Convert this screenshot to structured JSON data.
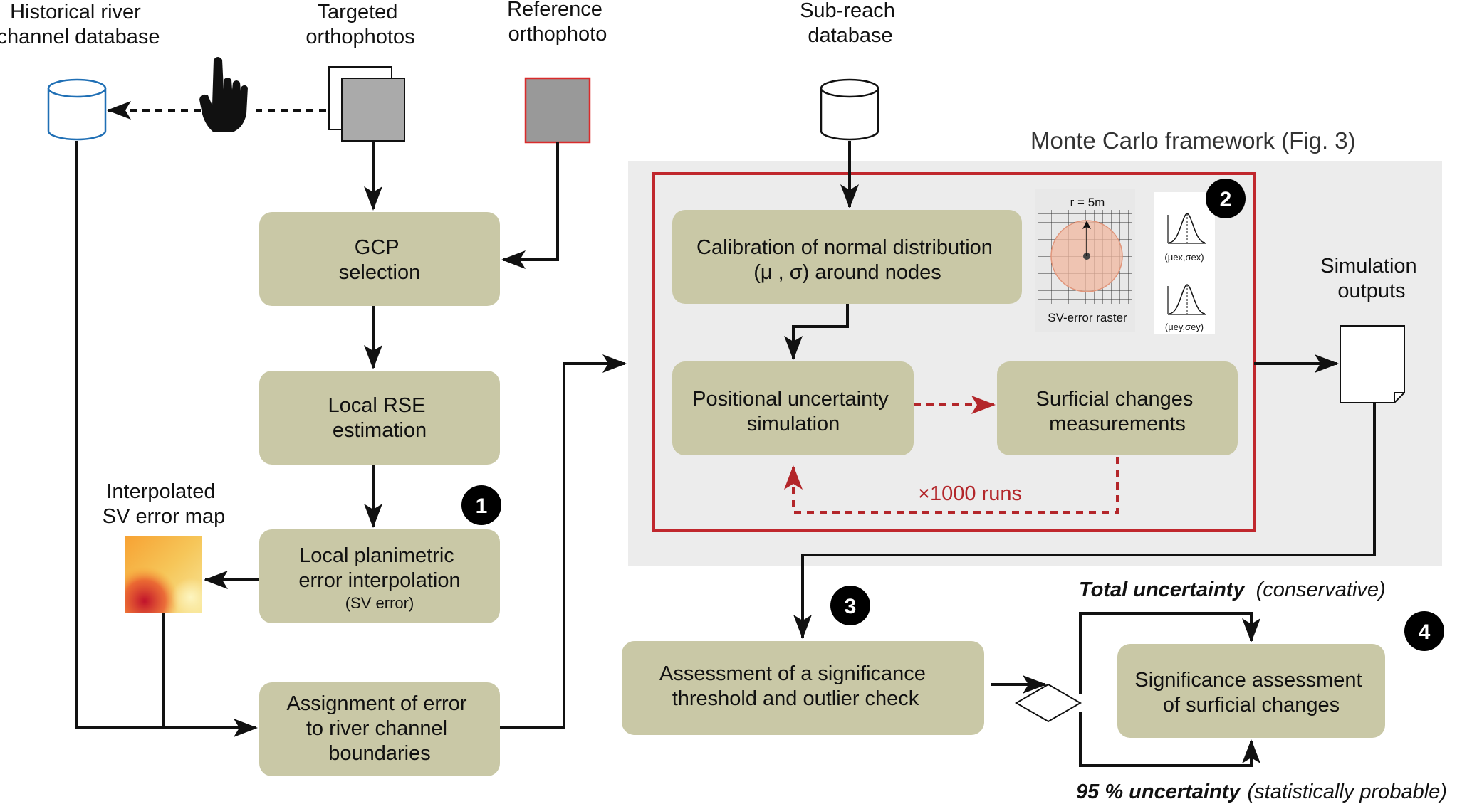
{
  "inputs": {
    "historical_db": [
      "Historical river",
      "channel database"
    ],
    "targeted_ortho": [
      "Targeted",
      "orthophotos"
    ],
    "reference_ortho": [
      "Reference",
      "orthophoto"
    ],
    "subreach_db": [
      "Sub-reach",
      "database"
    ]
  },
  "boxes": {
    "gcp": [
      "GCP",
      "selection"
    ],
    "rse": [
      "Local RSE",
      "estimation"
    ],
    "planimetric": [
      "Local planimetric",
      "error interpolation"
    ],
    "planimetric_sub": "(SV error)",
    "assignment": [
      "Assignment of error",
      "to river channel",
      "boundaries"
    ],
    "calibration": [
      "Calibration of normal distribution",
      "(μ , σ) around nodes"
    ],
    "positional": [
      "Positional uncertainty",
      "simulation"
    ],
    "surficial": [
      "Surficial changes",
      "measurements"
    ],
    "threshold": [
      "Assessment of a significance",
      "threshold and outlier check"
    ],
    "significance": [
      "Significance assessment",
      "of surficial changes"
    ]
  },
  "labels": {
    "sv_map": [
      "Interpolated",
      "SV error map"
    ],
    "mc_framework": "Monte Carlo framework (Fig. 3)",
    "sim_outputs": [
      "Simulation",
      "outputs"
    ],
    "runs": "×1000 runs",
    "total_bold": "Total uncertainty",
    "total_paren": "(conservative)",
    "pct_bold": "95 % uncertainty",
    "pct_paren": "(statistically probable)",
    "inset_r": "r = 5m",
    "inset_raster": "SV-error raster",
    "inset_ex": "(μex,σex)",
    "inset_ey": "(μey,σey)"
  },
  "badges": [
    "1",
    "2",
    "3",
    "4"
  ],
  "colors": {
    "box_fill": "#c9c8a6",
    "mc_bg": "#ececec",
    "mc_border": "#c0272d",
    "db_blue": "#1f6fb5",
    "arrow": "#111111",
    "loop_red": "#b3262a",
    "ref_border": "#d92b2b"
  },
  "icons": [
    "database-icon",
    "hand-pointer-icon",
    "orthophoto-stack-icon",
    "document-icon",
    "decision-diamond-icon"
  ]
}
